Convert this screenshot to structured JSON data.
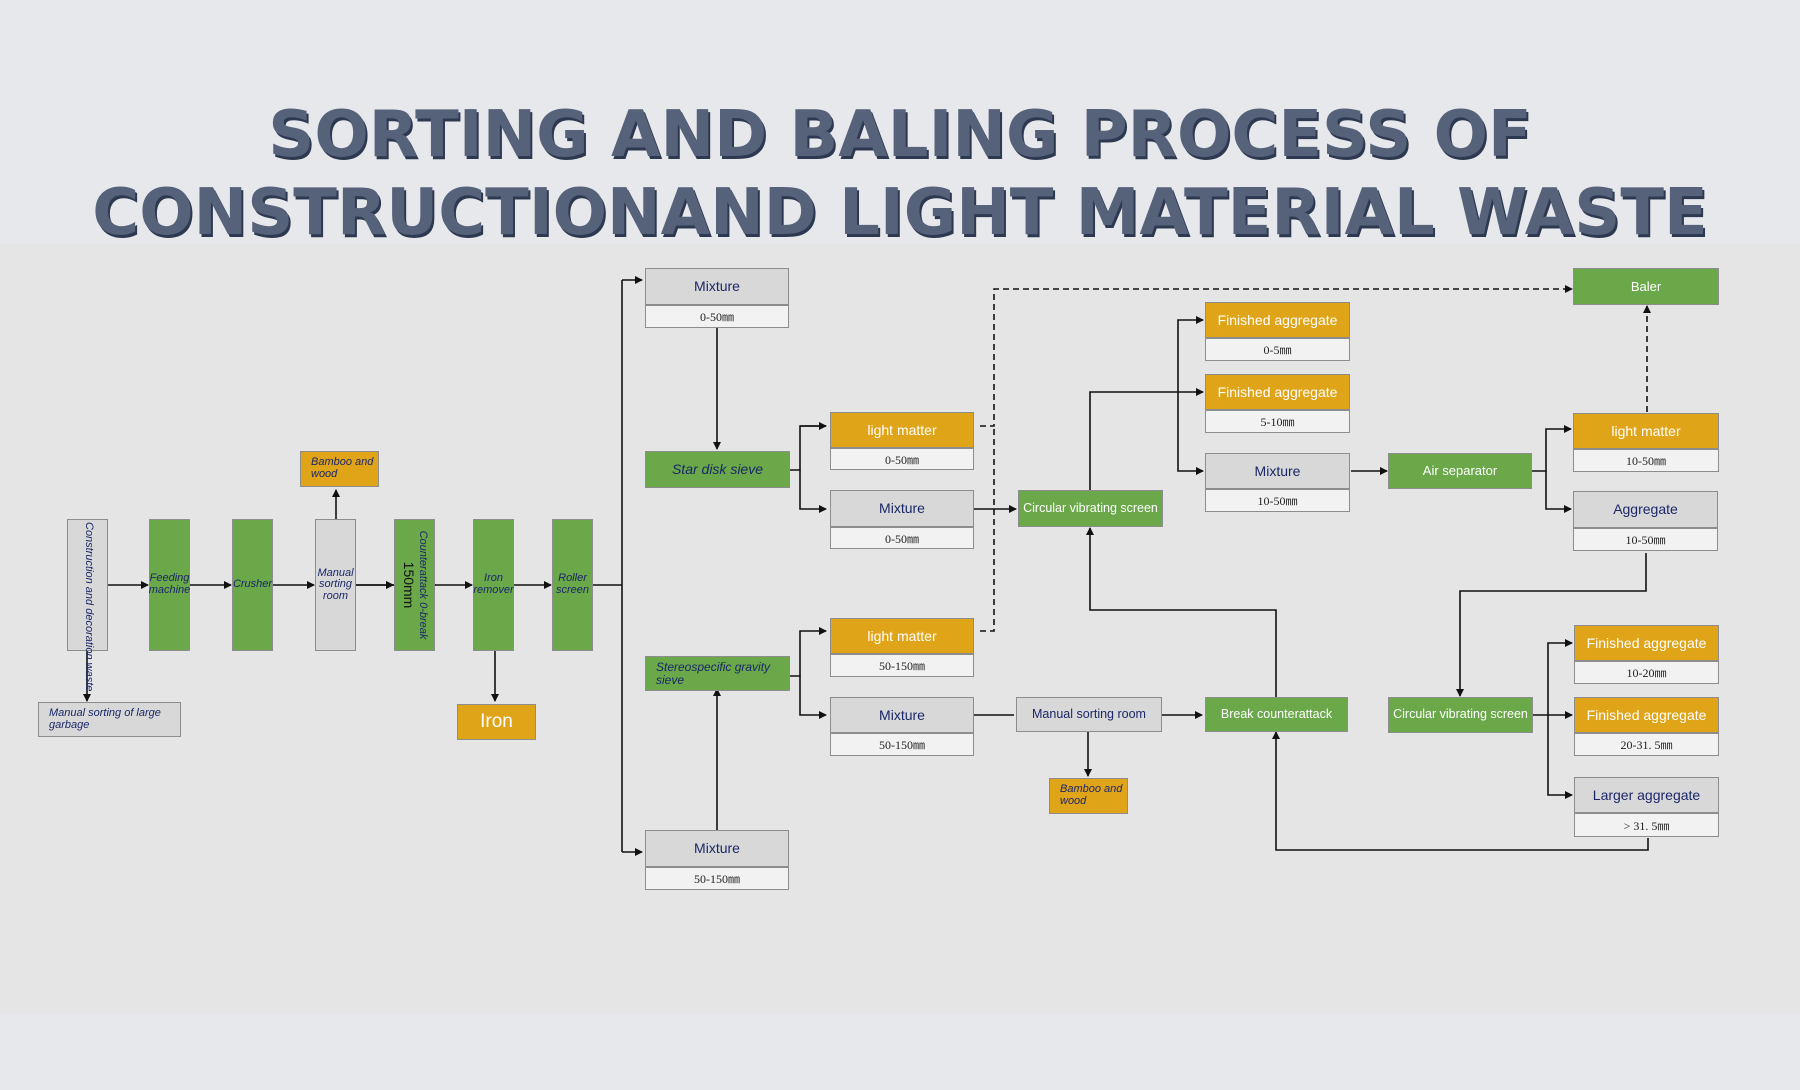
{
  "title": {
    "line1": "SORTING AND BALING PROCESS OF",
    "line2": "CONSTRUCTIONAND LIGHT MATERIAL WASTE"
  },
  "nodes": {
    "construction_waste": "Construction and decoration waste",
    "feeding_machine": "Feeding machine",
    "crusher": "Crusher",
    "manual_sorting_room_1": "Manual sorting room",
    "counterattack_break": "Counterattack 0-break",
    "counterattack_size": "150mm",
    "iron_remover": "Iron remover",
    "roller_screen": "Roller screen",
    "bamboo_wood_1": "Bamboo and wood",
    "manual_sorting_large": "Manual sorting of large garbage",
    "iron": "Iron",
    "mixture_top": {
      "label": "Mixture",
      "size": "0-50㎜"
    },
    "star_disk_sieve": "Star disk sieve",
    "light_matter_1": {
      "label": "light matter",
      "size": "0-50㎜"
    },
    "mixture_a": {
      "label": "Mixture",
      "size": "0-50㎜"
    },
    "stereospecific_sieve": "Stereospecific gravity sieve",
    "light_matter_2": {
      "label": "light matter",
      "size": "50-150㎜"
    },
    "mixture_b": {
      "label": "Mixture",
      "size": "50-150㎜"
    },
    "mixture_bottom": {
      "label": "Mixture",
      "size": "50-150㎜"
    },
    "circular_screen_1": "Circular vibrating screen",
    "manual_sorting_room_2": "Manual sorting room",
    "bamboo_wood_2": "Bamboo and wood",
    "finished_agg_1": {
      "label": "Finished aggregate",
      "size": "0-5㎜"
    },
    "finished_agg_2": {
      "label": "Finished aggregate",
      "size": "5-10㎜"
    },
    "mixture_c": {
      "label": "Mixture",
      "size": "10-50㎜"
    },
    "break_counterattack": "Break counterattack",
    "air_separator": "Air separator",
    "baler": "Baler",
    "light_matter_3": {
      "label": "light matter",
      "size": "10-50㎜"
    },
    "aggregate": {
      "label": "Aggregate",
      "size": "10-50㎜"
    },
    "circular_screen_2": "Circular vibrating screen",
    "finished_agg_3": {
      "label": "Finished aggregate",
      "size": "10-20㎜"
    },
    "finished_agg_4": {
      "label": "Finished aggregate",
      "size": "20-31. 5㎜"
    },
    "larger_agg": {
      "label": "Larger aggregate",
      "size": "> 31. 5㎜"
    }
  },
  "colors": {
    "green": "#6aa84a",
    "gray": "#d8d8d8",
    "orange": "#e0a418",
    "title": "#56627a",
    "label_dark": "#1b2768"
  }
}
